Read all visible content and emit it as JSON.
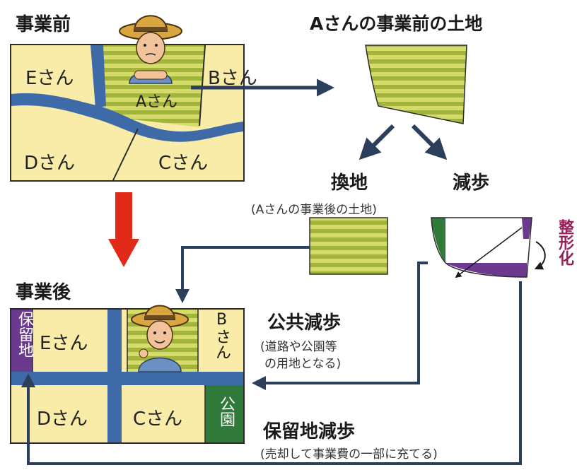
{
  "labels": {
    "before_title": "事業前",
    "after_title": "事業後",
    "a_land_before_title": "Aさんの事業前の土地",
    "kanchi": "換地",
    "kanchi_sub": "(Aさんの事業後の土地)",
    "genbu": "減歩",
    "seikeika": "整形化",
    "public_genbu": "公共減歩",
    "public_genbu_sub1": "(道路や公園等",
    "public_genbu_sub2": "の用地となる)",
    "reserve_genbu": "保留地減歩",
    "reserve_genbu_sub": "(売却して事業費の一部に充てる)"
  },
  "before_map": {
    "e": "Eさん",
    "a": "Aさん",
    "b": "Bさん",
    "d": "Dさん",
    "c": "Cさん"
  },
  "after_map": {
    "reserve": "保留地",
    "e": "Eさん",
    "b": "Bさん",
    "d": "Dさん",
    "c": "Cさん",
    "park": "公園"
  },
  "colors": {
    "land_cream": "#f8eca8",
    "road_blue": "#3f6aa8",
    "stripe_green_light": "#d6dc6c",
    "stripe_green_dark": "#a3b43a",
    "park_green": "#2f7a3a",
    "reserve_purple": "#6b3a8f",
    "arrow_red": "#e02a1a",
    "arrow_navy": "#2b3f5c",
    "seikeika_color": "#9b1f56"
  }
}
